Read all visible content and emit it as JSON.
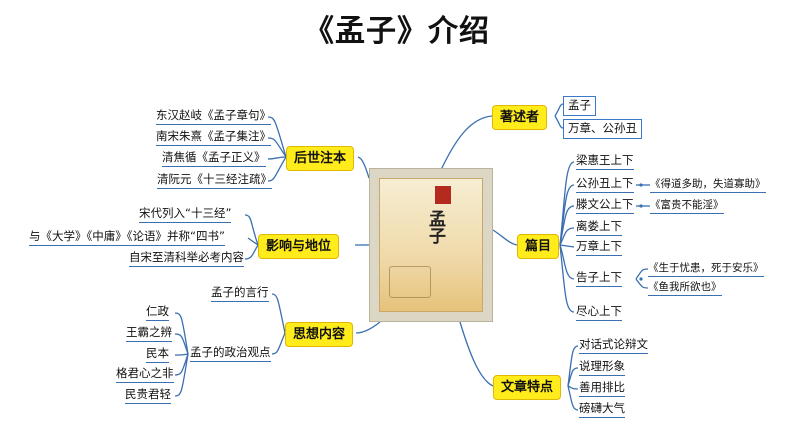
{
  "title": "《孟子》介绍",
  "center": {
    "cover_title": "孟子"
  },
  "branches": {
    "zhushuzhe": {
      "label": "著述者",
      "items": [
        "孟子",
        "万章、公孙丑"
      ]
    },
    "pianmu": {
      "label": "篇目",
      "items": [
        "梁惠王上下",
        "公孙丑上下",
        "滕文公上下",
        "离娄上下",
        "万章上下",
        "告子上下",
        "尽心上下"
      ],
      "notes": {
        "gongsunchou": "《得道多助，失道寡助》",
        "tengwengong": "《富贵不能淫》",
        "gaozi_1": "《生于忧患，死于安乐》",
        "gaozi_2": "《鱼我所欲也》"
      }
    },
    "wenzhang": {
      "label": "文章特点",
      "items": [
        "对话式论辩文",
        "说理形象",
        "善用排比",
        "磅礴大气"
      ]
    },
    "houshi": {
      "label": "后世注本",
      "items": [
        "东汉赵岐《孟子章句》",
        "南宋朱熹《孟子集注》",
        "清焦循《孟子正义》",
        "清阮元《十三经注疏》"
      ]
    },
    "yingxiang": {
      "label": "影响与地位",
      "items": [
        "宋代列入“十三经”",
        "与《大学》《中庸》《论语》并称“四书”",
        "自宋至清科举必考内容"
      ]
    },
    "sixiang": {
      "label": "思想内容",
      "items": [
        "孟子的言行",
        "孟子的政治观点"
      ],
      "sub": [
        "仁政",
        "王霸之辨",
        "民本",
        "格君心之非",
        "民贵君轻"
      ]
    }
  },
  "colors": {
    "hub_fill": "#ffec1a",
    "line": "#3a6fb0"
  }
}
